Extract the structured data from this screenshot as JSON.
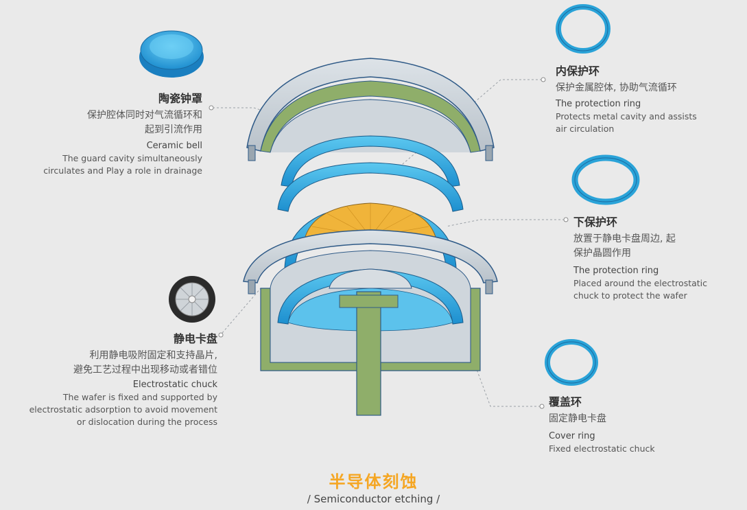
{
  "components": {
    "ceramic_bell": {
      "cn_title": "陶瓷钟罩",
      "cn_desc_1": "保护腔体同时对气流循环和",
      "cn_desc_2": "起到引流作用",
      "en_title": "Ceramic bell",
      "en_desc_1": "The guard cavity simultaneously",
      "en_desc_2": "circulates and Play a role in drainage"
    },
    "inner_ring": {
      "cn_title": "内保护环",
      "cn_desc_1": "保护金属腔体, 协助气流循环",
      "en_title": "The protection ring",
      "en_desc_1": "Protects metal cavity and assists",
      "en_desc_2": "air circulation"
    },
    "lower_ring": {
      "cn_title": "下保护环",
      "cn_desc_1": "放置于静电卡盘周边, 起",
      "cn_desc_2": "保护晶圆作用",
      "en_title": "The protection ring",
      "en_desc_1": "Placed around the electrostatic",
      "en_desc_2": "chuck to protect the wafer"
    },
    "chuck": {
      "cn_title": "静电卡盘",
      "cn_desc_1": "利用静电吸附固定和支持晶片,",
      "cn_desc_2": "避免工艺过程中出现移动或者错位",
      "en_title": "Electrostatic chuck",
      "en_desc_1": "The wafer is fixed and supported by",
      "en_desc_2": "electrostatic adsorption to avoid movement",
      "en_desc_3": "or dislocation during the process"
    },
    "cover_ring": {
      "cn_title": "覆盖环",
      "cn_desc_1": "固定静电卡盘",
      "en_title": "Cover ring",
      "en_desc_1": "Fixed electrostatic chuck"
    }
  },
  "footer": {
    "title": "半导体刻蚀",
    "subtitle": "/ Semiconductor etching /"
  },
  "colors": {
    "background": "#eaeaea",
    "accent_orange": "#f5a623",
    "ring_blue": "#2aa3d8",
    "frame_green": "#8fae6a",
    "shell_gray": "#c9d0d6"
  }
}
